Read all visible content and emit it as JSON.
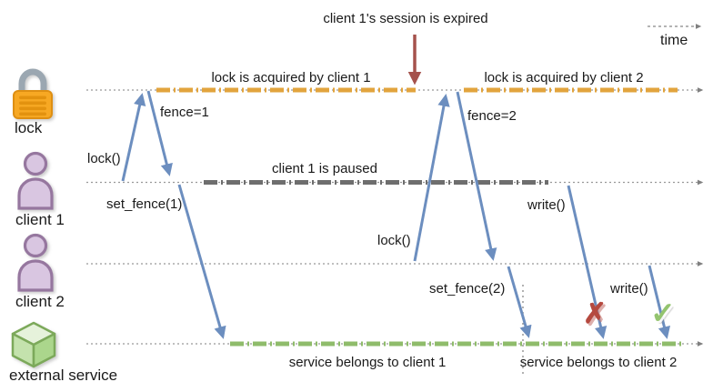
{
  "diagram": {
    "annotations": {
      "session_expired": "client 1's session is expired",
      "time_axis": "time"
    },
    "lanes": {
      "lock": {
        "label": "lock",
        "icon": "padlock-icon"
      },
      "client1": {
        "label": "client 1",
        "icon": "person-icon"
      },
      "client2": {
        "label": "client 2",
        "icon": "person-icon"
      },
      "external_service": {
        "label": "external service",
        "icon": "cube-icon"
      }
    },
    "spans": {
      "lock_client1": "lock is acquired by client 1",
      "lock_client2": "lock is acquired by client 2",
      "client1_paused": "client 1 is paused",
      "service_client1": "service belongs to client 1",
      "service_client2": "service belongs to client 2"
    },
    "messages": {
      "client1_lock": "lock()",
      "client1_fence": "fence=1",
      "client1_set_fence": "set_fence(1)",
      "client2_lock": "lock()",
      "client2_fence": "fence=2",
      "client2_set_fence": "set_fence(2)",
      "client1_write": "write()",
      "client2_write": "write()"
    },
    "marks": {
      "rejected": "✗",
      "accepted": "✓"
    },
    "colors": {
      "lock_span": "#e2a43d",
      "paused_span": "#6e6e6e",
      "service_span": "#8fbc6b",
      "message_arrow": "#6c8ebf",
      "expire_arrow": "#a5524c",
      "timeline": "#999999",
      "rejected_mark": "#b5493f",
      "accepted_mark": "#94c46f"
    }
  }
}
